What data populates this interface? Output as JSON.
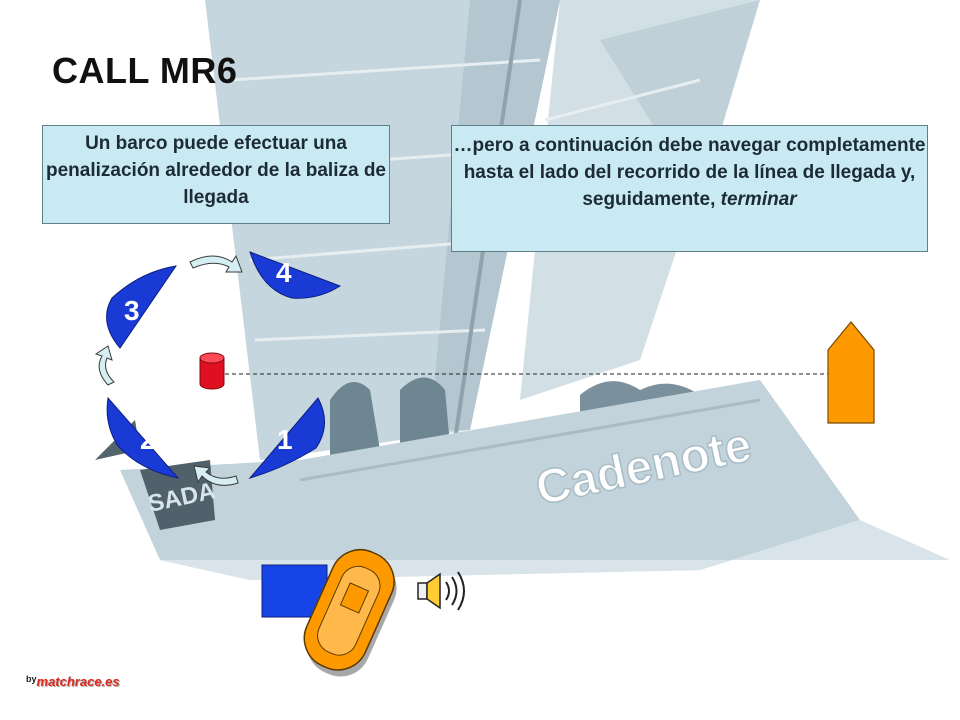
{
  "title": "CALL MR6",
  "boxes": {
    "left": "Un barco puede efectuar una penalización alrededor de la baliza de llegada",
    "right_main": "…pero a continuación debe navegar completamente hasta el lado del recorrido de la línea de llegada y, seguidamente,",
    "right_italic": "terminar"
  },
  "background": {
    "hull_name": "Cadenote",
    "bow_name": "SADA"
  },
  "boats": [
    {
      "number": "1"
    },
    {
      "number": "2"
    },
    {
      "number": "3"
    },
    {
      "number": "4"
    }
  ],
  "credit": {
    "by": "by",
    "site": "matchrace.es"
  },
  "colors": {
    "boat_blue": "#1a3ad6",
    "mark_red": "#e01020",
    "committee_orange": "#ff9900",
    "arrow_fill": "#d5eef3",
    "background_sail": "#c4d5dd",
    "box_fill": "#c9eaf2",
    "square_blue": "#1744e6"
  },
  "icons": [
    "penalty-arrow-icon",
    "speaker-icon",
    "finishing-mark-icon",
    "committee-boat-icon",
    "umpire-boat-icon"
  ]
}
